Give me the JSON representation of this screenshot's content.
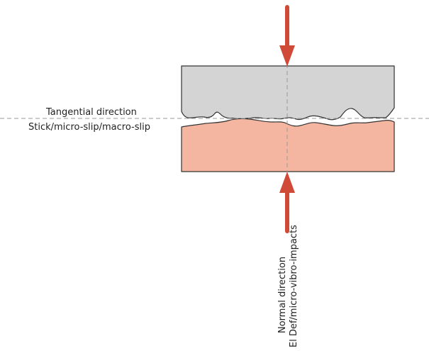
{
  "diagram": {
    "tangential": {
      "line1": "Tangential direction",
      "line2": "Stick/micro-slip/macro-slip"
    },
    "normal": {
      "line1": "Normal direction",
      "line2": "El Def/micro-vibro-impacts"
    },
    "colors": {
      "upper_body": "#d4d4d4",
      "lower_body": "#f4b6a0",
      "arrow": "#cf4a37",
      "outline": "#333333",
      "guide_line": "#999999"
    }
  }
}
